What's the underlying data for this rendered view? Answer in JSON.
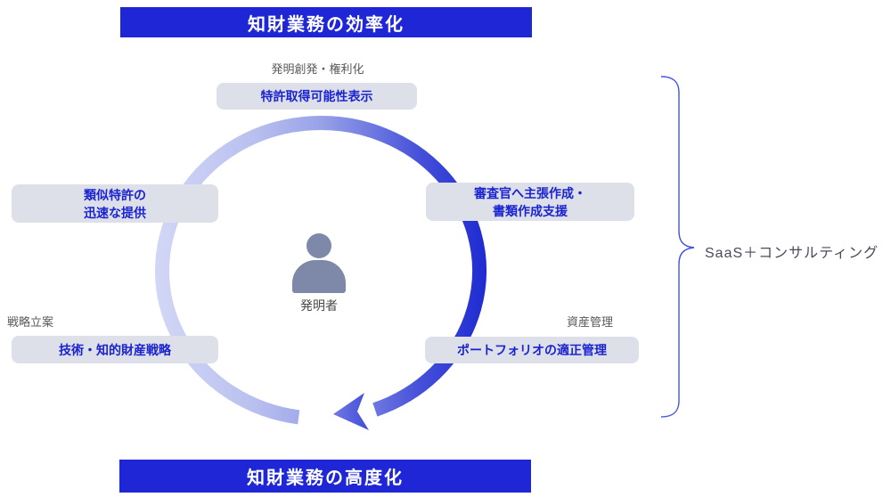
{
  "banners": {
    "top": {
      "label": "知財業務の効率化",
      "bg_color": "#1e26d6",
      "text_color": "#ffffff"
    },
    "bottom": {
      "label": "知財業務の高度化",
      "bg_color": "#1e26d6",
      "text_color": "#ffffff"
    }
  },
  "cycle": {
    "center": {
      "icon": "person-icon",
      "icon_color": "#7e88a8",
      "label": "発明者"
    },
    "stages": {
      "invention": {
        "category_label": "発明創発・権利化",
        "box_label": "特許取得可能性表示"
      },
      "examination": {
        "box_label_line1": "審査官へ主張作成・",
        "box_label_line2": "書類作成支援"
      },
      "similar_patents": {
        "box_label_line1": "類似特許の",
        "box_label_line2": "迅速な提供"
      },
      "strategy": {
        "category_label": "戦略立案",
        "box_label": "技術・知的財産戦略"
      },
      "asset": {
        "category_label": "資産管理",
        "box_label": "ポートフォリオの適正管理"
      }
    },
    "arrow": {
      "direction": "clockwise",
      "gradient_light": "#d2d7f6",
      "gradient_dark": "#1e2bd1",
      "arrowhead_color": "#5560dd"
    },
    "box_style": {
      "bg": "#dde0e9",
      "text_color": "#1a23cf"
    },
    "category_label_color": "#595959"
  },
  "bracket": {
    "label": "SaaS＋コンサルティング",
    "brace_color": "#4153e0",
    "text_color": "#474c5c"
  }
}
